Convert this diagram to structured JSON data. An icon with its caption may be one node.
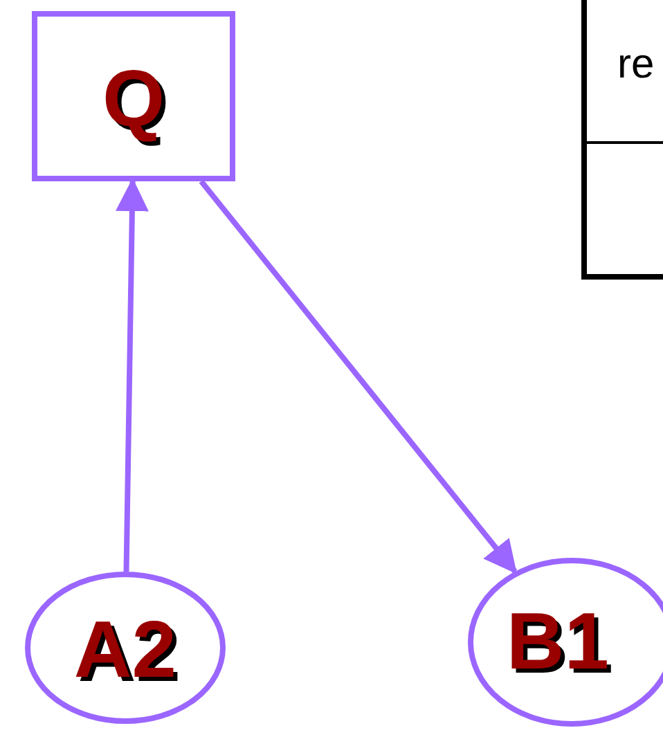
{
  "diagram": {
    "nodes": [
      {
        "text": [
          "Q"
        ]
      },
      {
        "text": [
          "A2"
        ]
      },
      {
        "text": [
          "B1"
        ]
      }
    ],
    "edges": [
      {
        "from": 1,
        "to": 0,
        "arrow": "to"
      },
      {
        "from": 0,
        "to": 2,
        "arrow": "to"
      }
    ],
    "labels": [
      "re"
    ]
  }
}
